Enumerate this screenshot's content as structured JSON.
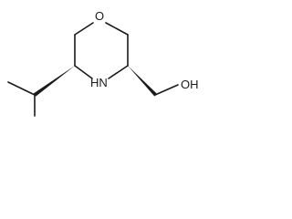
{
  "molecule": {
    "atoms": [
      {
        "id": "O1",
        "label": "O"
      },
      {
        "id": "N1",
        "label": "HN"
      },
      {
        "id": "O2",
        "label": "OH"
      }
    ]
  }
}
